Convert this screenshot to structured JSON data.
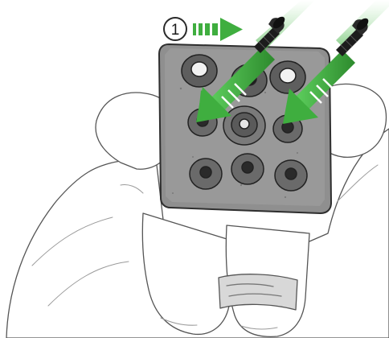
{
  "diagram": {
    "step": {
      "number": "1"
    },
    "colors": {
      "arrow_green": "#3fae3f",
      "arrow_green_dark": "#2d8a2d",
      "sketch_line": "#444444",
      "plate_fill": "#8a8a8a",
      "plate_dark": "#4a4a4a",
      "bolt_black": "#1c1c1c",
      "background": "#ffffff"
    },
    "icons": [
      "step-number-badge",
      "direction-arrow-right",
      "insert-arrow",
      "bolt"
    ],
    "parts": {
      "plate_holes": 9,
      "bolts": 2,
      "insert_arrows": 2
    }
  }
}
